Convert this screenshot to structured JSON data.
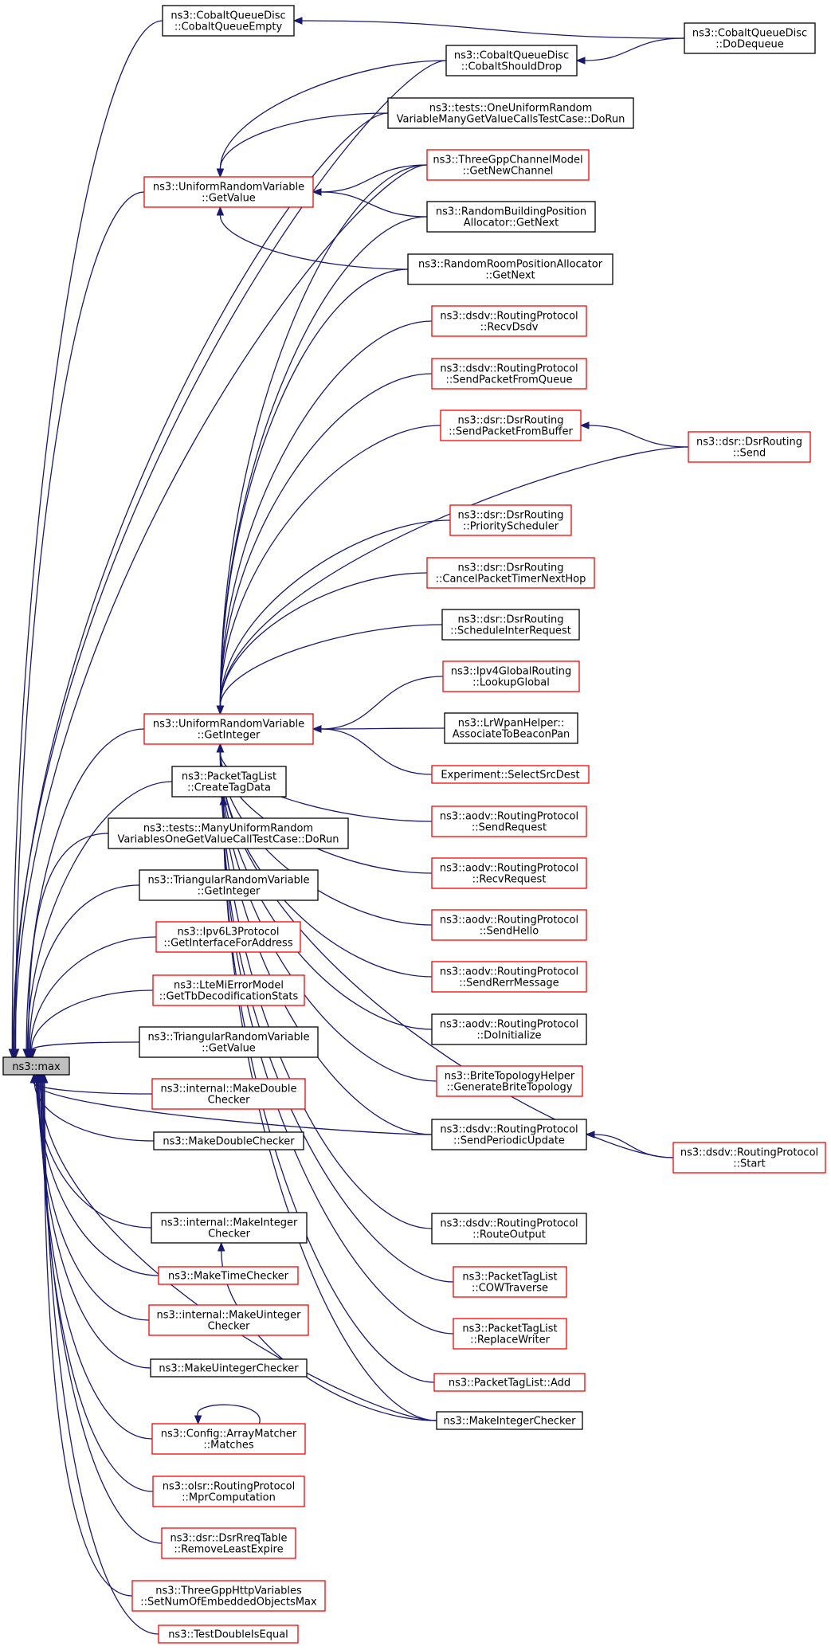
{
  "root": {
    "label": "ns3::max"
  },
  "nodes": [
    {
      "id": "cqe",
      "lines": [
        "ns3::CobaltQueueDisc",
        "::CobaltQueueEmpty"
      ],
      "color": "black"
    },
    {
      "id": "cqd",
      "lines": [
        "ns3::CobaltQueueDisc",
        "::DoDequeue"
      ],
      "color": "black"
    },
    {
      "id": "csd",
      "lines": [
        "ns3::CobaltQueueDisc",
        "::CobaltShouldDrop"
      ],
      "color": "black"
    },
    {
      "id": "onemany",
      "lines": [
        "ns3::tests::OneUniformRandom",
        "VariableManyGetValueCallsTestCase::DoRun"
      ],
      "color": "black"
    },
    {
      "id": "urvgv",
      "lines": [
        "ns3::UniformRandomVariable",
        "::GetValue"
      ],
      "color": "red"
    },
    {
      "id": "tgpp",
      "lines": [
        "ns3::ThreeGppChannelModel",
        "::GetNewChannel"
      ],
      "color": "red"
    },
    {
      "id": "rbpa",
      "lines": [
        "ns3::RandomBuildingPosition",
        "Allocator::GetNext"
      ],
      "color": "black"
    },
    {
      "id": "rrpa",
      "lines": [
        "ns3::RandomRoomPositionAllocator",
        "::GetNext"
      ],
      "color": "black"
    },
    {
      "id": "dsdvrecv",
      "lines": [
        "ns3::dsdv::RoutingProtocol",
        "::RecvDsdv"
      ],
      "color": "red"
    },
    {
      "id": "dsdvspq",
      "lines": [
        "ns3::dsdv::RoutingProtocol",
        "::SendPacketFromQueue"
      ],
      "color": "red"
    },
    {
      "id": "dsrspb",
      "lines": [
        "ns3::dsr::DsrRouting",
        "::SendPacketFromBuffer"
      ],
      "color": "red"
    },
    {
      "id": "dsrsend",
      "lines": [
        "ns3::dsr::DsrRouting",
        "::Send"
      ],
      "color": "red"
    },
    {
      "id": "dsrps",
      "lines": [
        "ns3::dsr::DsrRouting",
        "::PriorityScheduler"
      ],
      "color": "red"
    },
    {
      "id": "dsrcpt",
      "lines": [
        "ns3::dsr::DsrRouting",
        "::CancelPacketTimerNextHop"
      ],
      "color": "red"
    },
    {
      "id": "dsrsir",
      "lines": [
        "ns3::dsr::DsrRouting",
        "::ScheduleInterRequest"
      ],
      "color": "black"
    },
    {
      "id": "ipv4lg",
      "lines": [
        "ns3::Ipv4GlobalRouting",
        "::LookupGlobal"
      ],
      "color": "red"
    },
    {
      "id": "lrwpan",
      "lines": [
        "ns3::LrWpanHelper::",
        "AssociateToBeaconPan"
      ],
      "color": "black"
    },
    {
      "id": "urvgi",
      "lines": [
        "ns3::UniformRandomVariable",
        "::GetInteger"
      ],
      "color": "red"
    },
    {
      "id": "exp",
      "lines": [
        "Experiment::SelectSrcDest"
      ],
      "color": "red"
    },
    {
      "id": "ptlctd",
      "lines": [
        "ns3::PacketTagList",
        "::CreateTagData"
      ],
      "color": "black"
    },
    {
      "id": "aodvsr",
      "lines": [
        "ns3::aodv::RoutingProtocol",
        "::SendRequest"
      ],
      "color": "red"
    },
    {
      "id": "manyone",
      "lines": [
        "ns3::tests::ManyUniformRandom",
        "VariablesOneGetValueCallTestCase::DoRun"
      ],
      "color": "black"
    },
    {
      "id": "aodvrr",
      "lines": [
        "ns3::aodv::RoutingProtocol",
        "::RecvRequest"
      ],
      "color": "red"
    },
    {
      "id": "trvgi",
      "lines": [
        "ns3::TriangularRandomVariable",
        "::GetInteger"
      ],
      "color": "black"
    },
    {
      "id": "aodvsh",
      "lines": [
        "ns3::aodv::RoutingProtocol",
        "::SendHello"
      ],
      "color": "red"
    },
    {
      "id": "ipv6",
      "lines": [
        "ns3::Ipv6L3Protocol",
        "::GetInterfaceForAddress"
      ],
      "color": "red"
    },
    {
      "id": "aodvsre",
      "lines": [
        "ns3::aodv::RoutingProtocol",
        "::SendRerrMessage"
      ],
      "color": "red"
    },
    {
      "id": "ltemi",
      "lines": [
        "ns3::LteMiErrorModel",
        "::GetTbDecodificationStats"
      ],
      "color": "red"
    },
    {
      "id": "aodvdi",
      "lines": [
        "ns3::aodv::RoutingProtocol",
        "::DoInitialize"
      ],
      "color": "black"
    },
    {
      "id": "trvgv",
      "lines": [
        "ns3::TriangularRandomVariable",
        "::GetValue"
      ],
      "color": "black"
    },
    {
      "id": "brite",
      "lines": [
        "ns3::BriteTopologyHelper",
        "::GenerateBriteTopology"
      ],
      "color": "red"
    },
    {
      "id": "imdc",
      "lines": [
        "ns3::internal::MakeDouble",
        "Checker"
      ],
      "color": "red"
    },
    {
      "id": "dsdvspu",
      "lines": [
        "ns3::dsdv::RoutingProtocol",
        "::SendPeriodicUpdate"
      ],
      "color": "black"
    },
    {
      "id": "mdc",
      "lines": [
        "ns3::MakeDoubleChecker"
      ],
      "color": "black"
    },
    {
      "id": "dsdvstart",
      "lines": [
        "ns3::dsdv::RoutingProtocol",
        "::Start"
      ],
      "color": "red"
    },
    {
      "id": "imic",
      "lines": [
        "ns3::internal::MakeInteger",
        "Checker"
      ],
      "color": "black"
    },
    {
      "id": "dsdvro",
      "lines": [
        "ns3::dsdv::RoutingProtocol",
        "::RouteOutput"
      ],
      "color": "black"
    },
    {
      "id": "mtc",
      "lines": [
        "ns3::MakeTimeChecker"
      ],
      "color": "red"
    },
    {
      "id": "ptlcow",
      "lines": [
        "ns3::PacketTagList",
        "::COWTraverse"
      ],
      "color": "red"
    },
    {
      "id": "imuc",
      "lines": [
        "ns3::internal::MakeUinteger",
        "Checker"
      ],
      "color": "red"
    },
    {
      "id": "ptlrw",
      "lines": [
        "ns3::PacketTagList",
        "::ReplaceWriter"
      ],
      "color": "red"
    },
    {
      "id": "muc",
      "lines": [
        "ns3::MakeUintegerChecker"
      ],
      "color": "black"
    },
    {
      "id": "ptladd",
      "lines": [
        "ns3::PacketTagList::Add"
      ],
      "color": "red"
    },
    {
      "id": "mic",
      "lines": [
        "ns3::MakeIntegerChecker"
      ],
      "color": "black"
    },
    {
      "id": "cam",
      "lines": [
        "ns3::Config::ArrayMatcher",
        "::Matches"
      ],
      "color": "red"
    },
    {
      "id": "olsr",
      "lines": [
        "ns3::olsr::RoutingProtocol",
        "::MprComputation"
      ],
      "color": "red"
    },
    {
      "id": "dsrrt",
      "lines": [
        "ns3::dsr::DsrRreqTable",
        "::RemoveLeastExpire"
      ],
      "color": "red"
    },
    {
      "id": "http",
      "lines": [
        "ns3::ThreeGppHttpVariables",
        "::SetNumOfEmbeddedObjectsMax"
      ],
      "color": "red"
    },
    {
      "id": "tdie",
      "lines": [
        "ns3::TestDoubleIsEqual"
      ],
      "color": "red"
    }
  ],
  "edges": [
    [
      "cqe",
      "root"
    ],
    [
      "csd",
      "root"
    ],
    [
      "onemany",
      "root"
    ],
    [
      "urvgv",
      "root"
    ],
    [
      "tgpp",
      "root"
    ],
    [
      "urvgi",
      "root"
    ],
    [
      "ptlctd",
      "root"
    ],
    [
      "manyone",
      "root"
    ],
    [
      "trvgi",
      "root"
    ],
    [
      "ipv6",
      "root"
    ],
    [
      "ltemi",
      "root"
    ],
    [
      "trvgv",
      "root"
    ],
    [
      "imdc",
      "root"
    ],
    [
      "mdc",
      "root"
    ],
    [
      "imic",
      "root"
    ],
    [
      "mtc",
      "root"
    ],
    [
      "imuc",
      "root"
    ],
    [
      "muc",
      "root"
    ],
    [
      "cam",
      "root"
    ],
    [
      "olsr",
      "root"
    ],
    [
      "dsrrt",
      "root"
    ],
    [
      "http",
      "root"
    ],
    [
      "tdie",
      "root"
    ],
    [
      "mic",
      "root"
    ],
    [
      "dsdvspu",
      "root"
    ],
    [
      "cqd",
      "cqe"
    ],
    [
      "cqd",
      "csd"
    ],
    [
      "csd",
      "urvgv"
    ],
    [
      "onemany",
      "urvgv"
    ],
    [
      "tgpp",
      "urvgv"
    ],
    [
      "rbpa",
      "urvgv"
    ],
    [
      "rrpa",
      "urvgv"
    ],
    [
      "dsrsend",
      "dsrspb"
    ],
    [
      "dsdvstart",
      "dsdvspu"
    ],
    [
      "mic",
      "imic"
    ],
    [
      "cam",
      "cam"
    ],
    [
      "tgpp",
      "urvgi"
    ],
    [
      "rbpa",
      "urvgi"
    ],
    [
      "rrpa",
      "urvgi"
    ],
    [
      "dsdvrecv",
      "urvgi"
    ],
    [
      "dsdvspq",
      "urvgi"
    ],
    [
      "dsrspb",
      "urvgi"
    ],
    [
      "dsrsend",
      "urvgi"
    ],
    [
      "dsrps",
      "urvgi"
    ],
    [
      "dsrcpt",
      "urvgi"
    ],
    [
      "dsrsir",
      "urvgi"
    ],
    [
      "ipv4lg",
      "urvgi"
    ],
    [
      "lrwpan",
      "urvgi"
    ],
    [
      "exp",
      "urvgi"
    ],
    [
      "aodvsr",
      "urvgi"
    ],
    [
      "aodvrr",
      "urvgi"
    ],
    [
      "aodvsh",
      "urvgi"
    ],
    [
      "aodvsre",
      "urvgi"
    ],
    [
      "aodvdi",
      "urvgi"
    ],
    [
      "brite",
      "urvgi"
    ],
    [
      "dsdvspu",
      "urvgi"
    ],
    [
      "dsdvstart",
      "urvgi"
    ],
    [
      "dsdvro",
      "urvgi"
    ],
    [
      "ptlcow",
      "ptlctd"
    ],
    [
      "ptlrw",
      "ptlctd"
    ],
    [
      "ptladd",
      "ptlctd"
    ],
    [
      "mic",
      "ptlctd"
    ]
  ]
}
